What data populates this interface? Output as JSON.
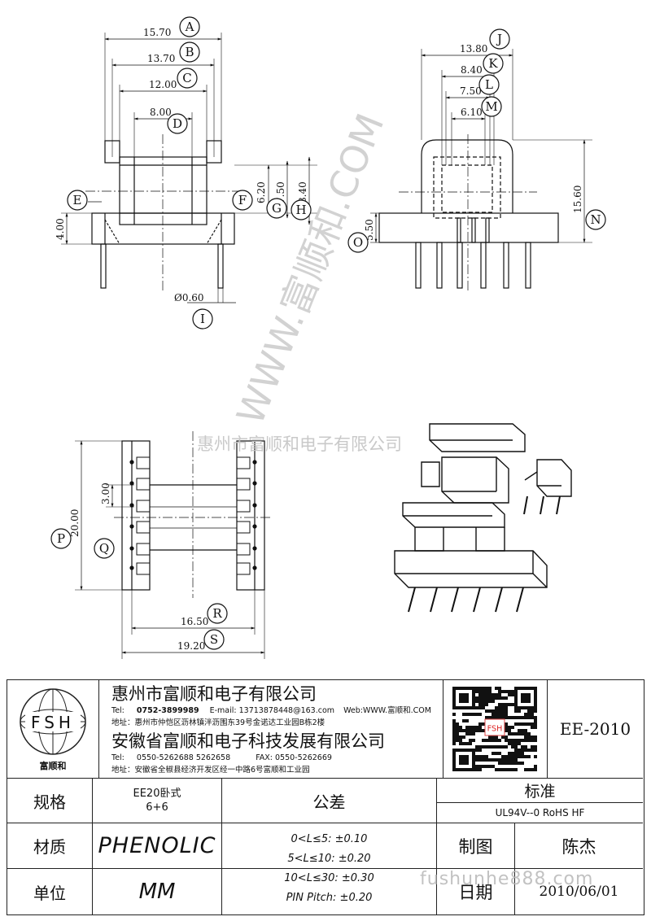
{
  "drawing": {
    "dims": {
      "d1": "15.70",
      "d2": "13.70",
      "d3": "12.00",
      "d4": "8.00",
      "d5": "6.20",
      "d6": "7.50",
      "d7": "8.40",
      "d8": "4.00",
      "d9": "Ø0.60",
      "d10": "13.80",
      "d11": "8.40",
      "d12": "7.50",
      "d13": "6.10",
      "d14": "15.60",
      "d15": "5.50",
      "d16": "20.00",
      "d17": "3.00",
      "d18": "16.50",
      "d19": "19.20"
    },
    "labels": [
      "A",
      "B",
      "C",
      "D",
      "E",
      "F",
      "G",
      "H",
      "I",
      "J",
      "K",
      "L",
      "M",
      "N",
      "O",
      "P",
      "Q",
      "R",
      "S"
    ],
    "watermark_vertical": "WWW.富顺和.COM",
    "watermark_horizontal": "惠州市富顺和电子有限公司"
  },
  "title_block": {
    "logo_text": "FSH",
    "logo_caption": "富顺和",
    "company1": {
      "name": "惠州市富顺和电子有限公司",
      "tel_label": "Tel:",
      "tel": "0752-3899989",
      "email": "E-mail: 13713878448@163.com",
      "web": "Web:WWW.富顺和.COM",
      "address": "地址：惠州市仲恺区沥林镇泮沥围东39号金诺达工业园B栋2楼"
    },
    "company2": {
      "name": "安徽省富顺和电子科技发展有限公司",
      "tel_label": "Tel:",
      "tel": "0550-5262688  5262658",
      "fax": "FAX:  0550-5262669",
      "address": "地址：安徽省全椒县经济开发区经一中路6号富顺和工业园"
    },
    "qr_caption": "FSH",
    "part_number": "EE-2010",
    "spec_label": "规格",
    "spec_value_1": "EE20卧式",
    "spec_value_2": "6+6",
    "tolerance_label": "公差",
    "tolerances": [
      "0<L≤5: ±0.10",
      "5<L≤10: ±0.20",
      "10<L≤30: ±0.30",
      "PIN Pitch: ±0.20"
    ],
    "standard_label": "标准",
    "standard_value": "UL94V--0  RoHS HF",
    "material_label": "材质",
    "material_value": "PHENOLIC",
    "drawn_label": "制图",
    "drawn_value": "陈杰",
    "unit_label": "单位",
    "unit_value": "MM",
    "date_label": "日期",
    "date_value": "2010/06/01",
    "website_watermark": "fushunhe888.com"
  }
}
